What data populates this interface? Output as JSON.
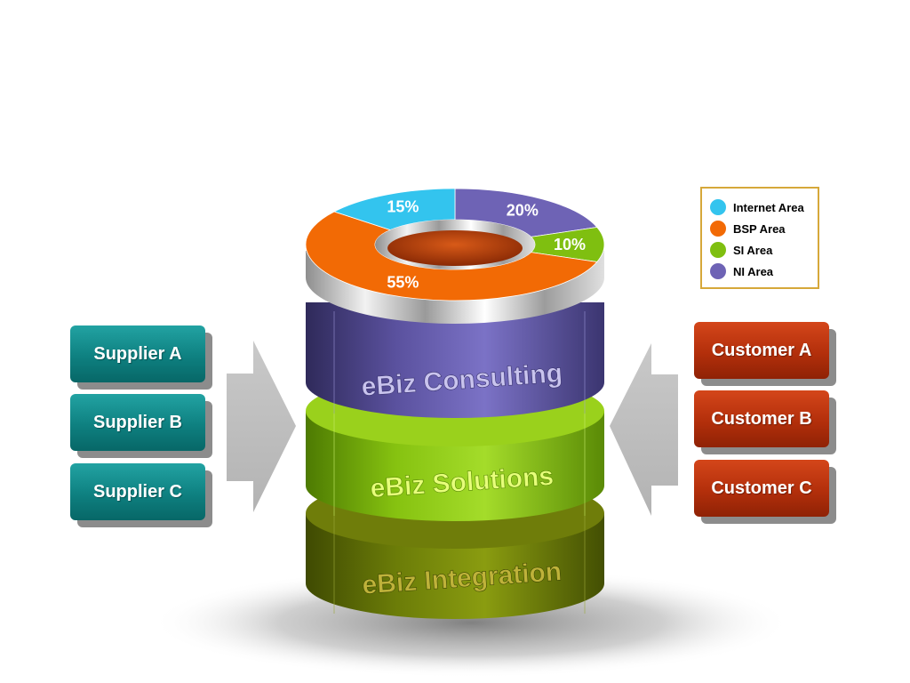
{
  "suppliers": [
    "Supplier A",
    "Supplier B",
    "Supplier C"
  ],
  "customers": [
    "Customer A",
    "Customer B",
    "Customer C"
  ],
  "layers": {
    "top": "eBiz Consulting",
    "middle": "eBiz Solutions",
    "bottom": "eBiz Integration"
  },
  "legend": [
    {
      "label": "Internet Area",
      "color": "#33c4ee"
    },
    {
      "label": "BSP Area",
      "color": "#f26a05"
    },
    {
      "label": "SI Area",
      "color": "#7fbf10"
    },
    {
      "label": "NI Area",
      "color": "#6e63b5"
    }
  ],
  "chart_data": {
    "type": "pie",
    "categories": [
      "NI Area",
      "SI Area",
      "BSP Area",
      "Internet Area"
    ],
    "values": [
      20,
      10,
      55,
      15
    ],
    "labels": [
      "20%",
      "10%",
      "55%",
      "15%"
    ],
    "colors": [
      "#6e63b5",
      "#7fbf10",
      "#f26a05",
      "#33c4ee"
    ],
    "title": ""
  }
}
